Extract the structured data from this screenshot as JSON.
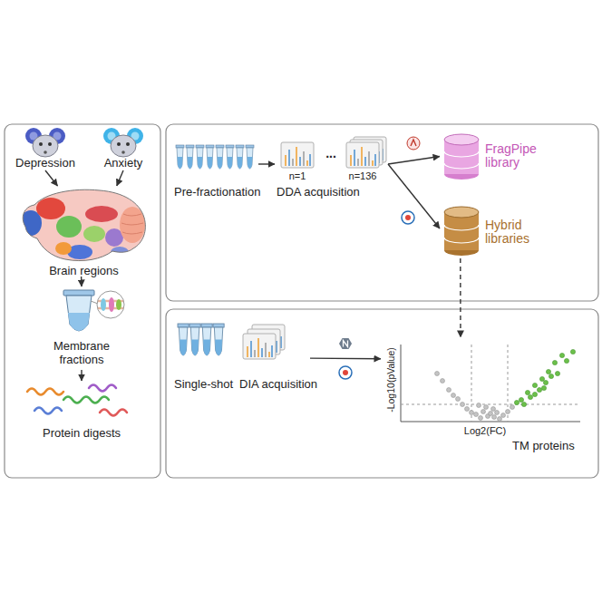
{
  "diagram": {
    "nodes": [
      {
        "text": [
          "Depression"
        ]
      },
      {
        "text": [
          "Anxiety"
        ]
      },
      {
        "text": [
          "Brain regions"
        ]
      },
      {
        "text": [
          "Membrane fractions"
        ]
      },
      {
        "text": [
          "Protein digests"
        ]
      },
      {
        "text": [
          "Pre-fractionation"
        ]
      },
      {
        "text": [
          "DDA acquisition"
        ]
      },
      {
        "text": [
          "FragPipe library"
        ]
      },
      {
        "text": [
          "Hybrid libraries"
        ]
      },
      {
        "text": [
          "Single-shot"
        ]
      },
      {
        "text": [
          "DIA acquisition"
        ]
      },
      {
        "text": [
          "TM proteins"
        ]
      }
    ],
    "edges": [
      {
        "from": 0,
        "to": 2,
        "arrow": "to"
      },
      {
        "from": 1,
        "to": 2,
        "arrow": "to"
      },
      {
        "from": 2,
        "to": 3,
        "arrow": "to"
      },
      {
        "from": 3,
        "to": 4,
        "arrow": "to"
      },
      {
        "from": 5,
        "to": 6,
        "arrow": "to"
      },
      {
        "from": 6,
        "to": 7,
        "arrow": "to"
      },
      {
        "from": 6,
        "to": 8,
        "arrow": "to"
      },
      {
        "from": 8,
        "to": 11,
        "arrow": "to"
      },
      {
        "from": 10,
        "to": 11,
        "arrow": "to"
      }
    ],
    "labels": [
      "n=1",
      "...",
      "n=136",
      "-Log10(pValue)",
      "Log2(FC)"
    ]
  }
}
